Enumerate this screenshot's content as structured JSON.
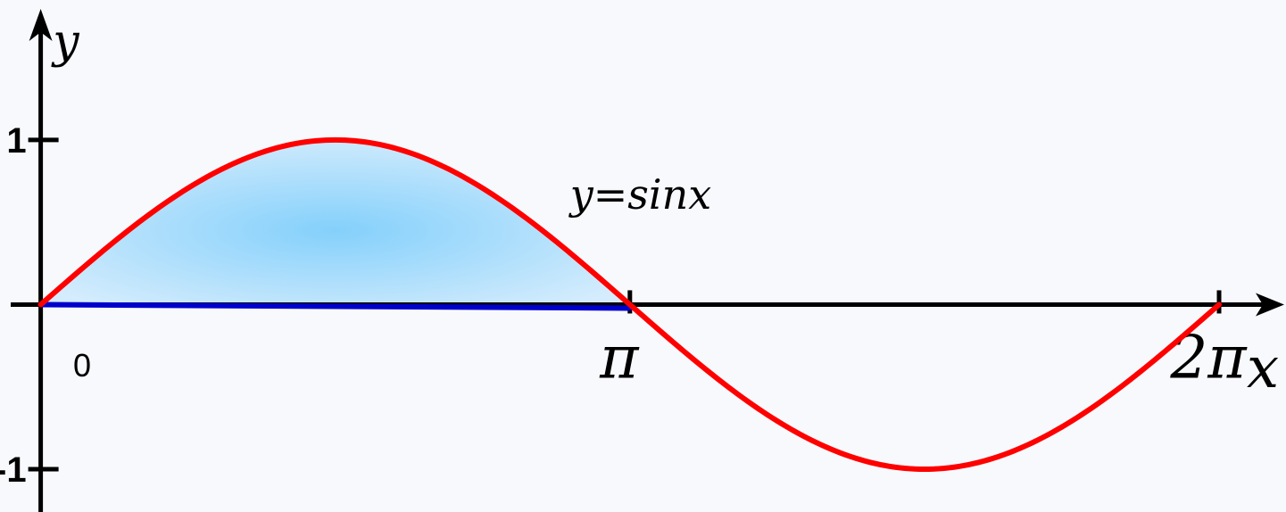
{
  "chart_data": {
    "type": "line",
    "x_label": "x",
    "y_label": "y",
    "curve_label": "y=sinx",
    "origin_label": "0",
    "y_ticks": [
      {
        "value": 1,
        "label": "1"
      },
      {
        "value": -1,
        "label": "-1"
      }
    ],
    "x_ticks": [
      {
        "value": 3.14159265,
        "label": "π"
      },
      {
        "value": 6.28318531,
        "label": "2π"
      }
    ],
    "xlim": [
      -0.217,
      6.64
    ],
    "ylim": [
      -1.26,
      1.85
    ],
    "series": [
      {
        "function": "sin",
        "domain": [
          0,
          6.28318531
        ],
        "samples": [
          [
            0,
            0
          ],
          [
            0.785,
            0.707
          ],
          [
            1.571,
            1
          ],
          [
            2.356,
            0.707
          ],
          [
            3.142,
            0
          ],
          [
            3.927,
            -0.707
          ],
          [
            4.712,
            -1
          ],
          [
            5.498,
            -0.707
          ],
          [
            6.283,
            0
          ]
        ]
      }
    ],
    "shaded_region": {
      "from": 0,
      "to": 3.14159265
    },
    "colors": {
      "curve": "#ff0000",
      "axis": "#000000",
      "baseline": "#0000cc",
      "fill_center": "#84d0fb",
      "fill_edge": "#d4ecfd",
      "background": "#f8f9fd"
    }
  }
}
